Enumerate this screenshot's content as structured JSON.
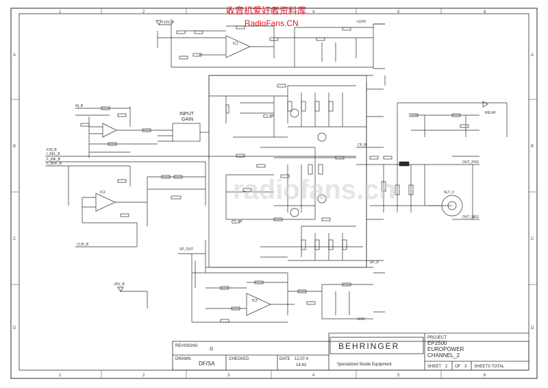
{
  "watermark": {
    "line1": "收音机爱好者资料库",
    "line2": "RadioFans.CN",
    "center": "radiofans.cn",
    "color": "#e0141e"
  },
  "labels": {
    "input_gain": "INPUT",
    "input_gain2": "GAIN",
    "clip1": "CLIP",
    "clip2": "CLIP",
    "vp": "+15V_B",
    "vn": "-15V_B",
    "top_ic": "IC1",
    "mid_ic": "IC2",
    "bot_ic": "IC3",
    "in_a": "IN_B",
    "in_b": "I_SEL_B",
    "in_c": "F_INF_B",
    "in_d": "F_BUF_B",
    "in_e": "F30_B",
    "out_a": "CP_B",
    "out_b": "SP_B",
    "out_c": "OUT_POS",
    "out_d": "OUT_NEG",
    "sp_out": "SP_OUT",
    "clip_b": "CLIP_B",
    "rail_p": "+110V",
    "rail_n": "-110V",
    "sleeve": "SLT_V",
    "sense": "RELAY"
  },
  "title_block": {
    "revisions_label": "REVISIONS",
    "revision_value": "G",
    "drawn_label": "DRAWN",
    "drawn_value": "DF/SA",
    "checked_label": "CHECKED",
    "date_label": "DATE",
    "date_value": "12.07.4",
    "time_value": "14:43",
    "brand": "BEHRINGER",
    "tagline": "Specialized Studio Equipment",
    "project_label": "PROJECT",
    "project_value": "EP2500",
    "project_sub": "EUROPOWER",
    "project_channel": "CHANNEL_2",
    "sheet_label": "SHEET",
    "sheet_value": "2",
    "of_label": "OF",
    "of_value": "3",
    "sheets_total": "SHEETS TOTAL"
  },
  "border": {
    "top_numbers": [
      "1",
      "2",
      "3",
      "4",
      "5",
      "6"
    ],
    "side_letters": [
      "A",
      "B",
      "C",
      "D"
    ]
  },
  "colors": {
    "line": "#2a2a2a",
    "watermark": "#e0141e"
  }
}
